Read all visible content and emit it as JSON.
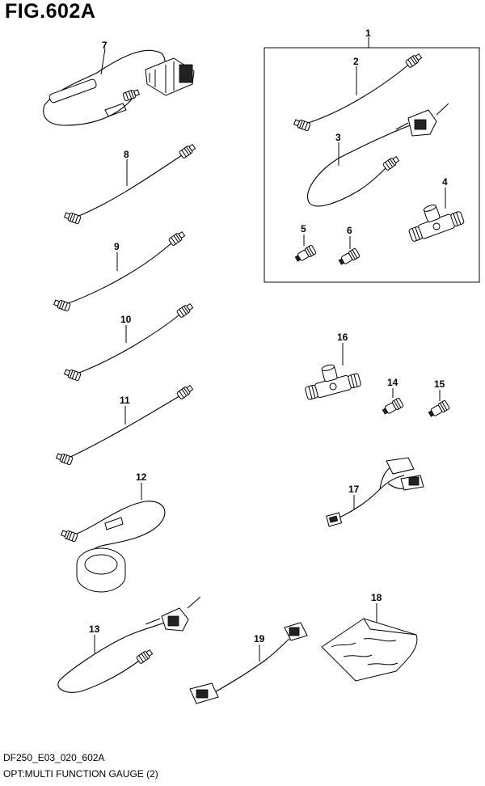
{
  "figure": {
    "title": "FIG.602A",
    "code": "DF250_E03_020_602A",
    "caption": "OPT:MULTI FUNCTION GAUGE (2)"
  },
  "callouts": {
    "c1": "1",
    "c2": "2",
    "c3": "3",
    "c4": "4",
    "c5": "5",
    "c6": "6",
    "c7": "7",
    "c8": "8",
    "c9": "9",
    "c10": "10",
    "c11": "11",
    "c12": "12",
    "c13": "13",
    "c14": "14",
    "c15": "15",
    "c16": "16",
    "c17": "17",
    "c18": "18",
    "c19": "19"
  }
}
